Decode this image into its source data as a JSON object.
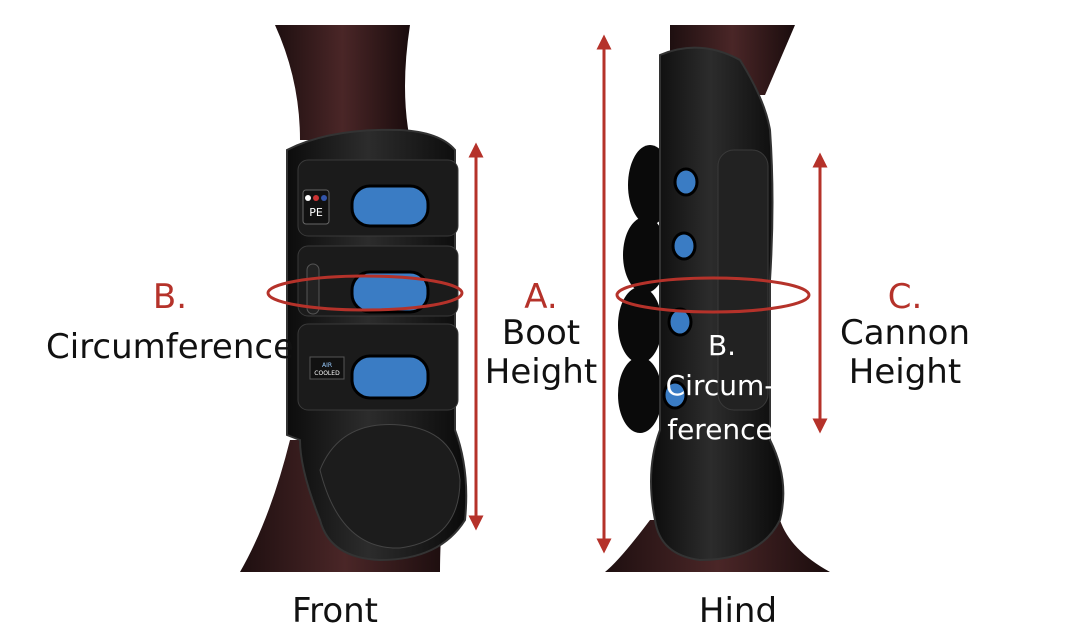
{
  "colors": {
    "accent": "#b5322a",
    "boot": "#151515",
    "leg": "#3a1d1e",
    "panel": "#3a7cc4"
  },
  "front": {
    "caption": "Front",
    "logo": "PE",
    "badge": "AIR COOLED",
    "circumference": {
      "letter": "B.",
      "label": "Circumference"
    },
    "boot_height": {
      "letter": "A.",
      "line1": "Boot",
      "line2": "Height"
    }
  },
  "hind": {
    "caption": "Hind",
    "circumference": {
      "letter": "B.",
      "line1": "Circum-",
      "line2": "ference"
    },
    "cannon_height": {
      "letter": "C.",
      "line1": "Cannon",
      "line2": "Height"
    }
  }
}
